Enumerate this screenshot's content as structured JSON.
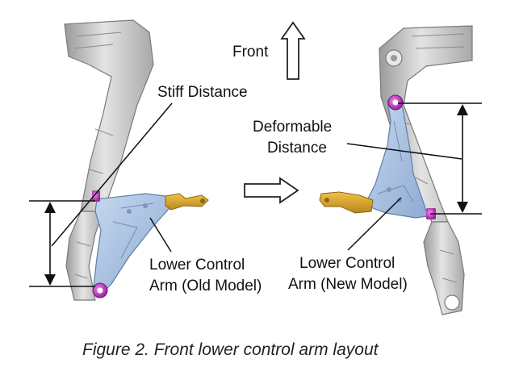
{
  "labels": {
    "front": "Front",
    "stiff_distance": "Stiff Distance",
    "deformable_line1": "Deformable",
    "deformable_line2": "Distance",
    "old_arm_line1": "Lower Control",
    "old_arm_line2": "Arm (Old Model)",
    "new_arm_line1": "Lower Control",
    "new_arm_line2": "Arm (New Model)"
  },
  "caption": "Figure 2. Front lower control arm layout",
  "colors": {
    "frame": "#c9c9c9",
    "frame_dark": "#8f8f8f",
    "arm": "#a9c3e3",
    "arm_edge": "#5d7ea8",
    "bracket": "#d6a32b",
    "bushing": "#c43dc4",
    "line": "#111111",
    "text": "#111111"
  }
}
